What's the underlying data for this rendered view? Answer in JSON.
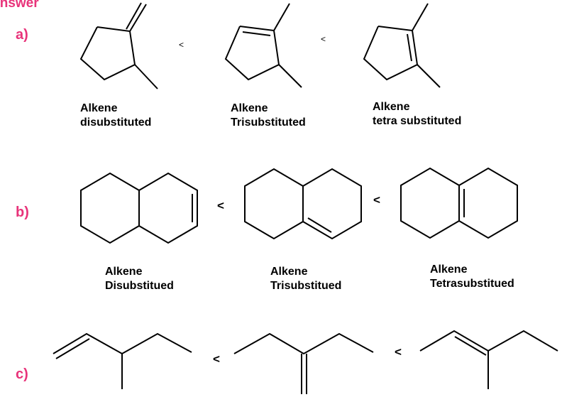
{
  "heading": "Answer",
  "parts": [
    {
      "label": "a)",
      "separator": "<",
      "items": [
        {
          "line1": "Alkene",
          "line2": "disubstituted",
          "structure": "2-methyl-1-methylidenecyclopentane"
        },
        {
          "line1": "Alkene",
          "line2": "Trisubstituted",
          "structure": "1,5-dimethylcyclopentene"
        },
        {
          "line1": "Alkene",
          "line2": "tetra substituted",
          "structure": "1,2-dimethylcyclopentene"
        }
      ]
    },
    {
      "label": "b)",
      "separator": "<",
      "items": [
        {
          "line1": "Alkene",
          "line2": "Disubstitued",
          "structure": "octahydronaphthalene-ring-double-bond"
        },
        {
          "line1": "Alkene",
          "line2": "Trisubstitued",
          "structure": "octahydronaphthalene-trisubstituted-double-bond"
        },
        {
          "line1": "Alkene",
          "line2": "Tetrasubstitued",
          "structure": "octahydronaphthalene-fusion-double-bond"
        }
      ]
    },
    {
      "label": "c)",
      "separator": "<",
      "items": [
        {
          "structure": "3-methylpent-1-ene"
        },
        {
          "structure": "2-ethylbut-1-ene"
        },
        {
          "structure": "3-methylpent-2-ene"
        }
      ]
    }
  ]
}
